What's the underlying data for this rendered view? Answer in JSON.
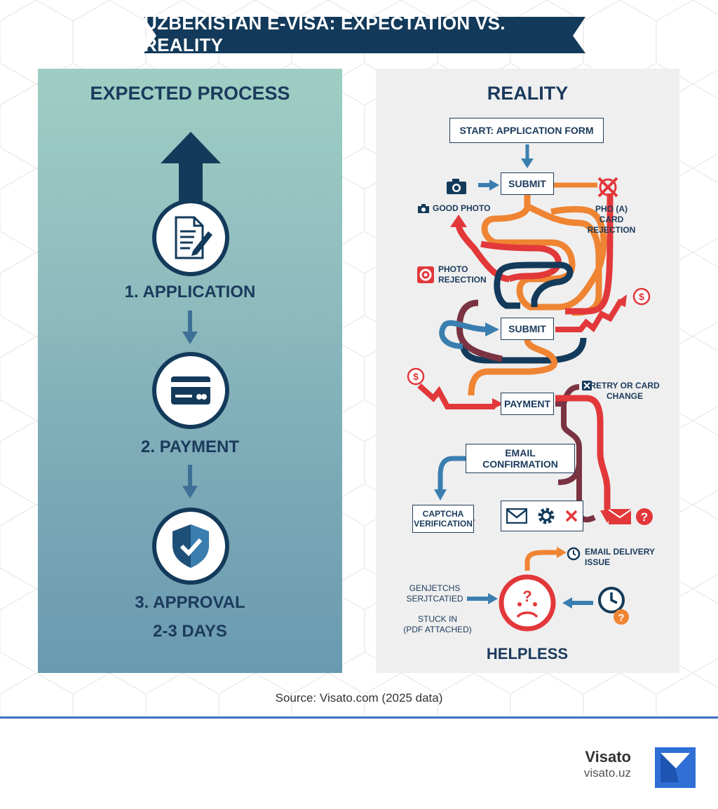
{
  "banner": {
    "title": "UZBEKISTAN E-VISA: EXPECTATION VS. REALITY"
  },
  "expected": {
    "heading": "EXPECTED PROCESS",
    "steps": [
      {
        "label": "1. APPLICATION",
        "icon": "document-pen-icon"
      },
      {
        "label": "2. PAYMENT",
        "icon": "credit-card-icon"
      },
      {
        "label": "3. APPROVAL",
        "sublabel": "2-3 DAYS",
        "icon": "shield-check-icon"
      }
    ]
  },
  "reality": {
    "heading": "REALITY",
    "boxes": {
      "start": "START: APPLICATION FORM",
      "submit1": "SUBMIT",
      "submit2": "SUBMIT",
      "payment": "PAYMENT",
      "email_confirmation": "EMAIL CONFIRMATION",
      "captcha": [
        "CAPTCHA",
        "VERIFICATION"
      ]
    },
    "notes": {
      "good_photo": "GOOD PHOTO",
      "card_rejection": [
        "PHO (A) CARD",
        "REJECTION"
      ],
      "photo_rejection": [
        "PHOTO",
        "REJECTION"
      ],
      "retry_card": [
        "RETRY OR CARD",
        "CHANGE"
      ],
      "email_delivery": [
        "EMAIL DELIVERY",
        "ISSUE"
      ],
      "garbled": [
        "GENJETCHS",
        "SERJTCATIED"
      ],
      "stuck": [
        "STUCK IN",
        "(PDF ATTACHED)"
      ],
      "helpless": "HELPLESS"
    }
  },
  "source": "Source: Visato.com (2025 data)",
  "brand": {
    "name": "Visato",
    "url": "visato.uz"
  },
  "colors": {
    "navy": "#133a5a",
    "orange": "#ef8432",
    "red": "#e2383a",
    "maroon": "#7a3342",
    "blue": "#3a7eb0",
    "accent": "#3c6fc4"
  }
}
